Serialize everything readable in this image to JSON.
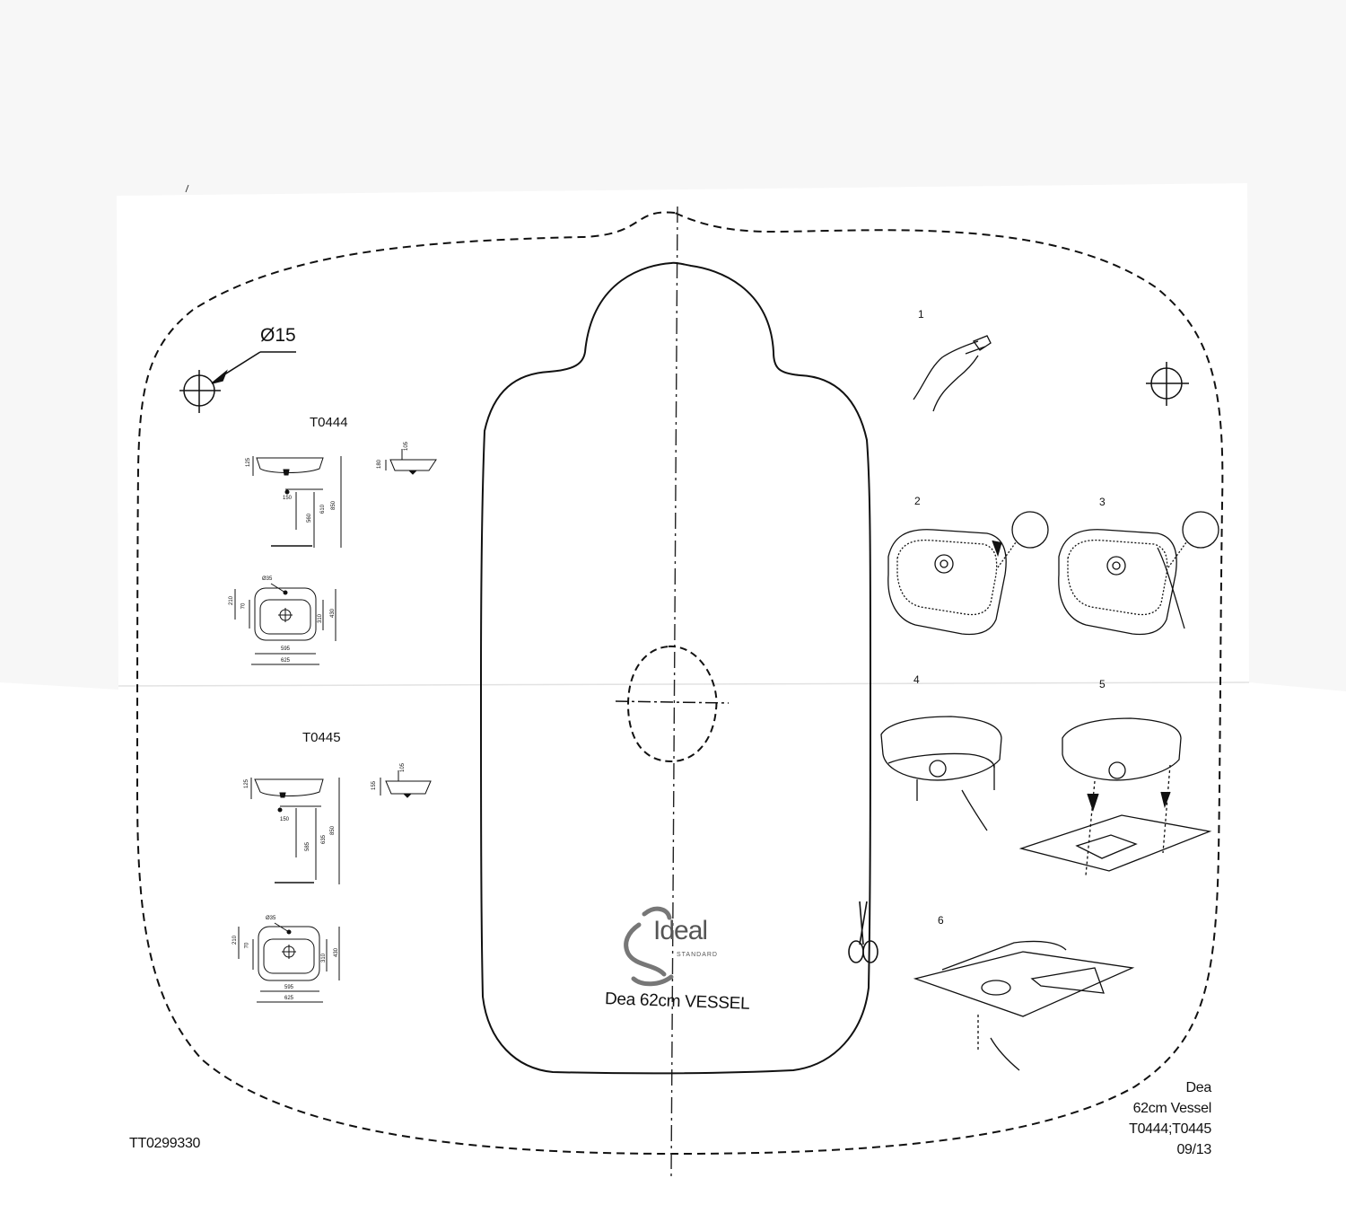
{
  "hole_label": "Ø15",
  "models": {
    "first": {
      "code": "T0444",
      "side_dims": [
        "125",
        "150",
        "560",
        "610",
        "850"
      ],
      "end_dims": [
        "105",
        "180"
      ],
      "top_dims": [
        "Ø35",
        "210",
        "70",
        "310",
        "430",
        "595",
        "625"
      ]
    },
    "second": {
      "code": "T0445",
      "side_dims": [
        "125",
        "150",
        "585",
        "635",
        "850"
      ],
      "end_dims": [
        "105",
        "155"
      ],
      "top_dims": [
        "Ø35",
        "210",
        "70",
        "310",
        "430",
        "595",
        "625"
      ]
    }
  },
  "brand": {
    "name": "Ideal",
    "sub": "STANDARD"
  },
  "product_title": "Dea 62cm VESSEL",
  "steps": [
    "1",
    "2",
    "3",
    "4",
    "5",
    "6"
  ],
  "model_block": {
    "line1": "Dea",
    "line2": "62cm Vessel",
    "line3": "T0444;T0445",
    "line4": "09/13"
  },
  "doc_code": "TT0299330",
  "icons": [
    "scissors-icon",
    "hand-pliers-icon",
    "logo-swirl-icon"
  ]
}
